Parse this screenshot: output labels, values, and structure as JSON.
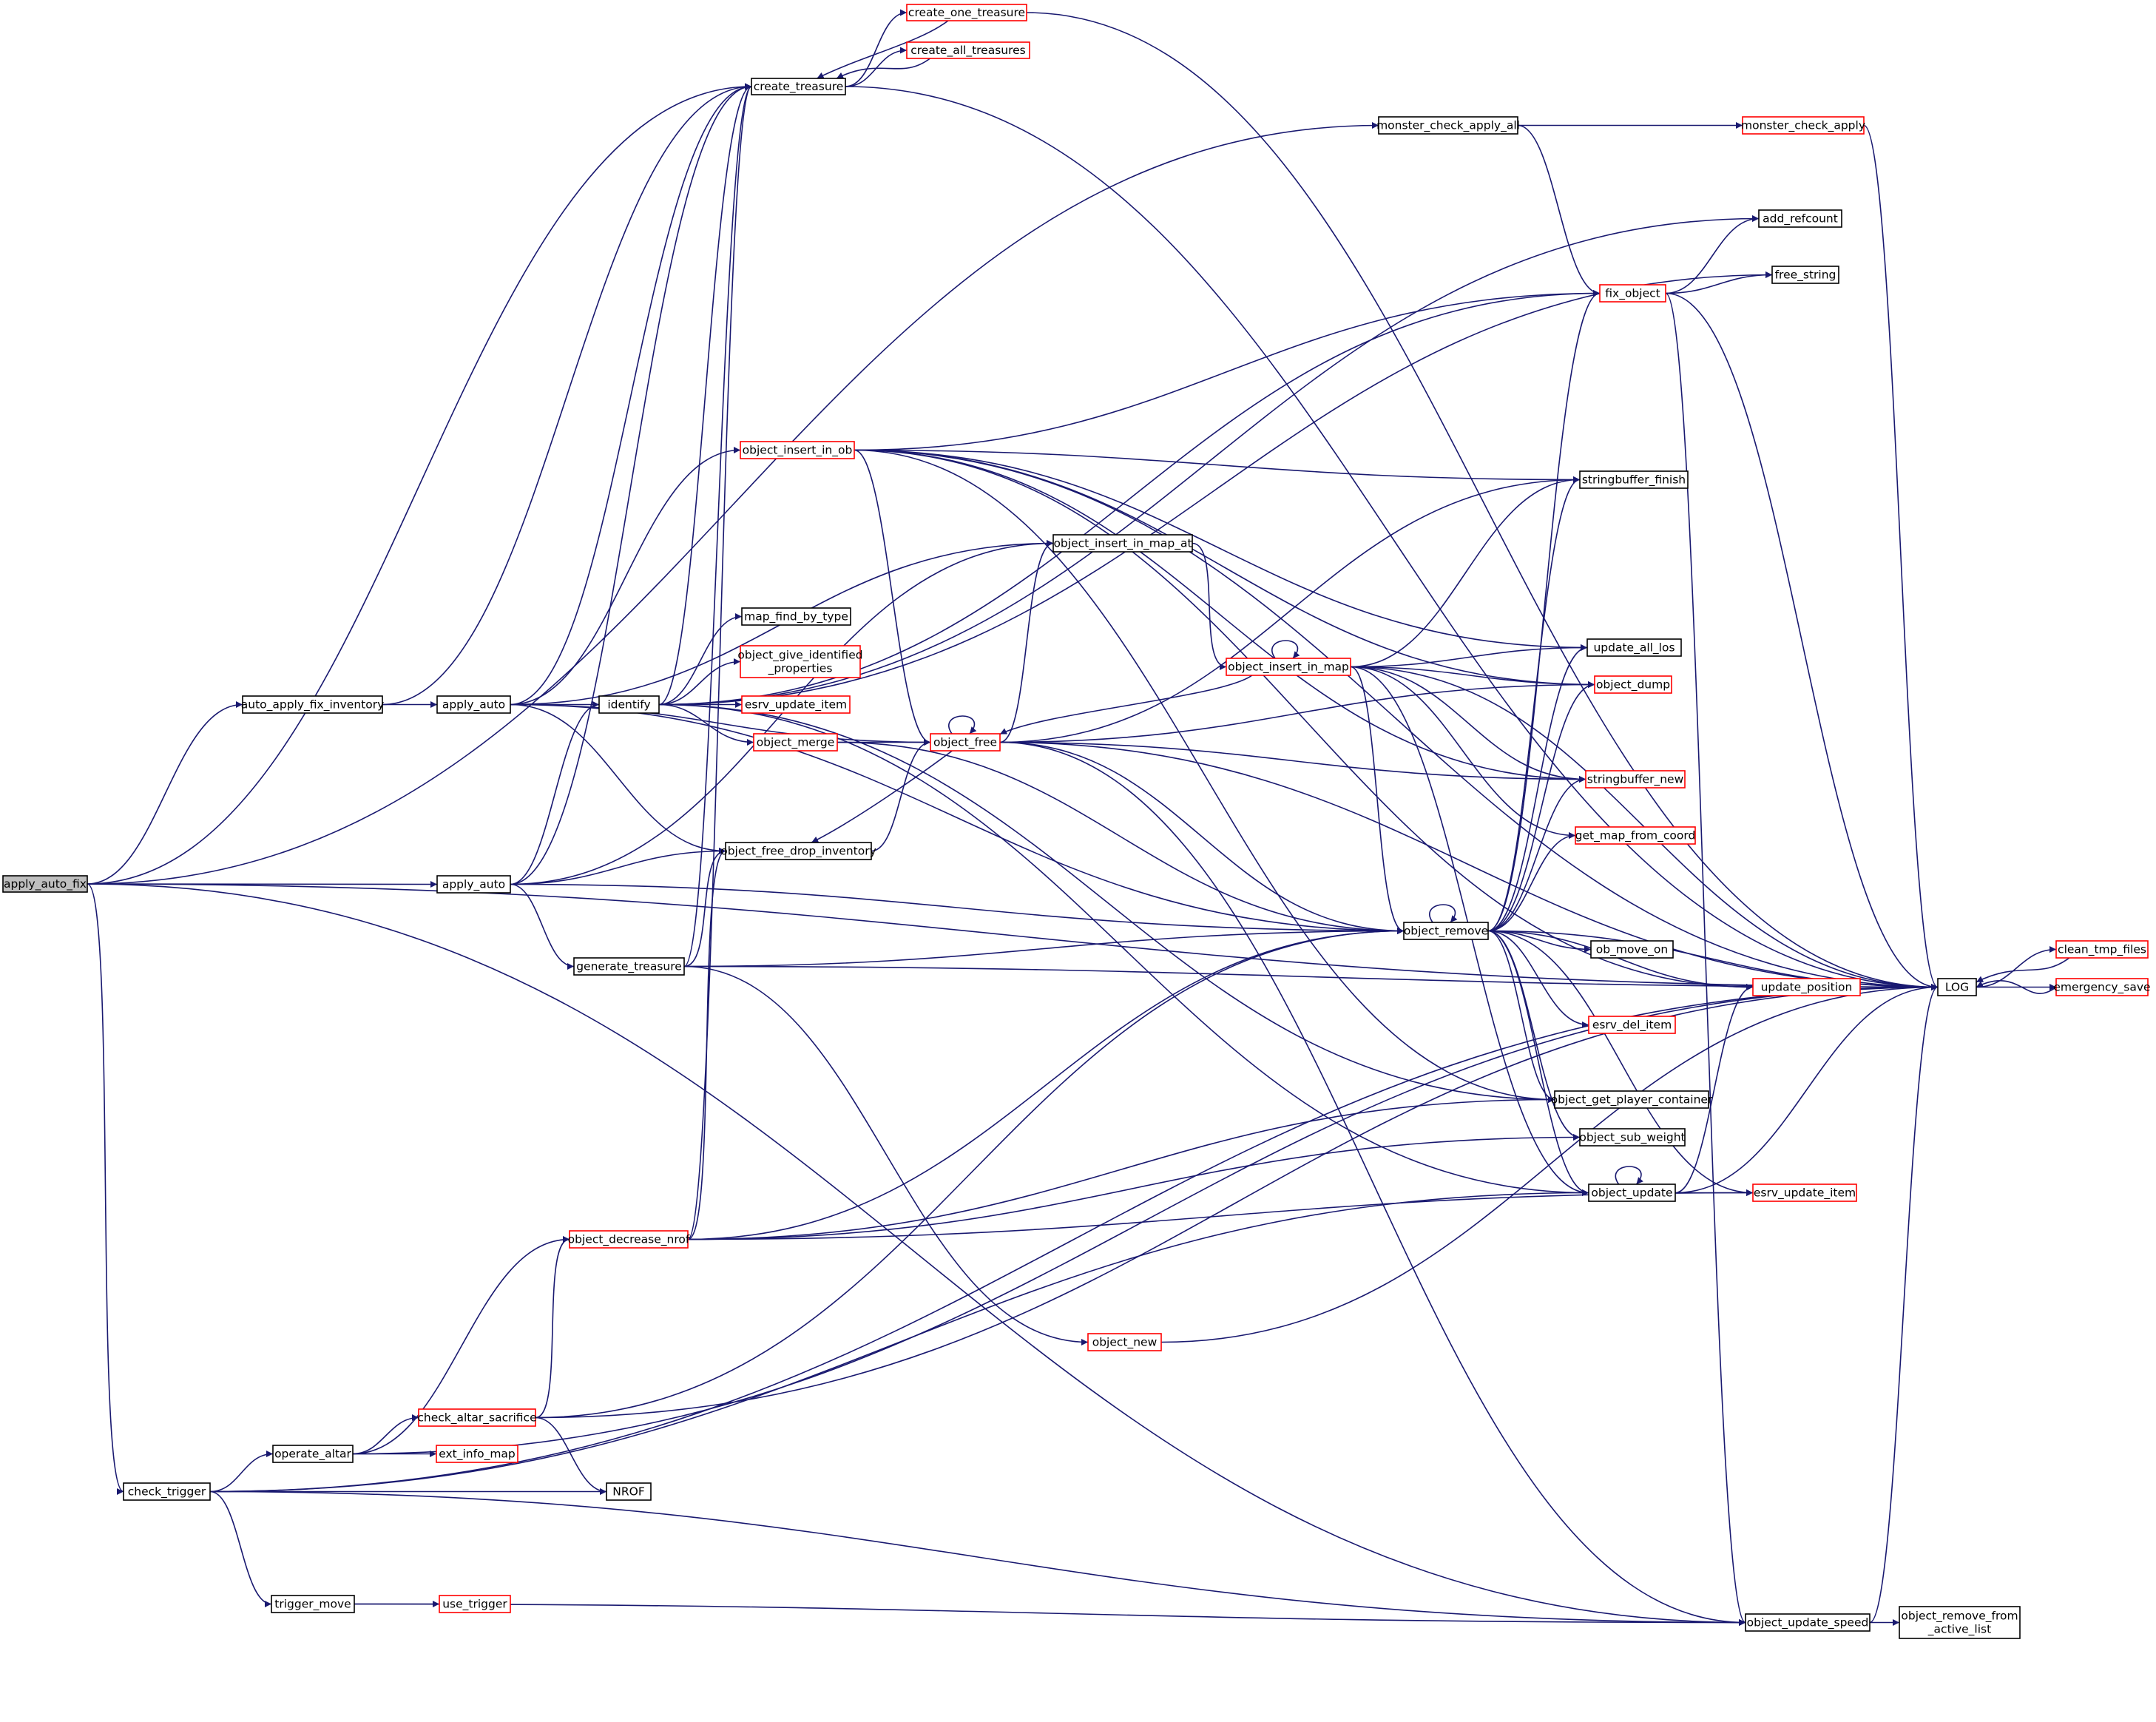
{
  "colors": {
    "edge": "#191970",
    "node_border_black": "#000000",
    "node_border_red": "#ff0000",
    "root_fill": "#bfbfbf",
    "node_fill": "#ffffff"
  },
  "nodes": {
    "apply_auto_fix": {
      "label": [
        "apply_auto_fix"
      ],
      "border": "black",
      "root": true
    },
    "create_treasure": {
      "label": [
        "create_treasure"
      ],
      "border": "black"
    },
    "create_one_treasure": {
      "label": [
        "create_one_treasure"
      ],
      "border": "red"
    },
    "create_all_treasures": {
      "label": [
        "create_all_treasures"
      ],
      "border": "red"
    },
    "monster_check_apply_all": {
      "label": [
        "monster_check_apply_all"
      ],
      "border": "black"
    },
    "monster_check_apply": {
      "label": [
        "monster_check_apply"
      ],
      "border": "red"
    },
    "add_refcount": {
      "label": [
        "add_refcount"
      ],
      "border": "black"
    },
    "free_string": {
      "label": [
        "free_string"
      ],
      "border": "black"
    },
    "fix_object": {
      "label": [
        "fix_object"
      ],
      "border": "red"
    },
    "object_insert_in_ob": {
      "label": [
        "object_insert_in_ob"
      ],
      "border": "red"
    },
    "stringbuffer_finish": {
      "label": [
        "stringbuffer_finish"
      ],
      "border": "black"
    },
    "object_insert_in_map_at": {
      "label": [
        "object_insert_in_map_at"
      ],
      "border": "black"
    },
    "map_find_by_type": {
      "label": [
        "map_find_by_type"
      ],
      "border": "black"
    },
    "object_give_identified_properties": {
      "label": [
        "object_give_identified",
        "_properties"
      ],
      "border": "red"
    },
    "update_all_los": {
      "label": [
        "update_all_los"
      ],
      "border": "black"
    },
    "object_insert_in_map": {
      "label": [
        "object_insert_in_map"
      ],
      "border": "red"
    },
    "object_dump": {
      "label": [
        "object_dump"
      ],
      "border": "red"
    },
    "auto_apply_fix_inventory": {
      "label": [
        "auto_apply_fix_inventory"
      ],
      "border": "black"
    },
    "apply_auto_1": {
      "label": [
        "apply_auto"
      ],
      "border": "black"
    },
    "identify": {
      "label": [
        "identify"
      ],
      "border": "black"
    },
    "esrv_update_item_1": {
      "label": [
        "esrv_update_item"
      ],
      "border": "red"
    },
    "object_merge": {
      "label": [
        "object_merge"
      ],
      "border": "red"
    },
    "object_free": {
      "label": [
        "object_free"
      ],
      "border": "red"
    },
    "stringbuffer_new": {
      "label": [
        "stringbuffer_new"
      ],
      "border": "red"
    },
    "get_map_from_coord": {
      "label": [
        "get_map_from_coord"
      ],
      "border": "red"
    },
    "apply_auto_2": {
      "label": [
        "apply_auto"
      ],
      "border": "black"
    },
    "object_free_drop_inventory": {
      "label": [
        "object_free_drop_inventory"
      ],
      "border": "black"
    },
    "object_remove": {
      "label": [
        "object_remove"
      ],
      "border": "black"
    },
    "clean_tmp_files": {
      "label": [
        "clean_tmp_files"
      ],
      "border": "red"
    },
    "ob_move_on": {
      "label": [
        "ob_move_on"
      ],
      "border": "black"
    },
    "generate_treasure": {
      "label": [
        "generate_treasure"
      ],
      "border": "black"
    },
    "update_position": {
      "label": [
        "update_position"
      ],
      "border": "red"
    },
    "LOG": {
      "label": [
        "LOG"
      ],
      "border": "black"
    },
    "emergency_save": {
      "label": [
        "emergency_save"
      ],
      "border": "red"
    },
    "esrv_del_item": {
      "label": [
        "esrv_del_item"
      ],
      "border": "red"
    },
    "object_get_player_container": {
      "label": [
        "object_get_player_container"
      ],
      "border": "black"
    },
    "object_sub_weight": {
      "label": [
        "object_sub_weight"
      ],
      "border": "black"
    },
    "object_update": {
      "label": [
        "object_update"
      ],
      "border": "black"
    },
    "esrv_update_item_2": {
      "label": [
        "esrv_update_item"
      ],
      "border": "red"
    },
    "object_decrease_nrof": {
      "label": [
        "object_decrease_nrof"
      ],
      "border": "red"
    },
    "object_new": {
      "label": [
        "object_new"
      ],
      "border": "red"
    },
    "check_altar_sacrifice": {
      "label": [
        "check_altar_sacrifice"
      ],
      "border": "red"
    },
    "operate_altar": {
      "label": [
        "operate_altar"
      ],
      "border": "black"
    },
    "ext_info_map": {
      "label": [
        "ext_info_map"
      ],
      "border": "red"
    },
    "check_trigger": {
      "label": [
        "check_trigger"
      ],
      "border": "black"
    },
    "NROF": {
      "label": [
        "NROF"
      ],
      "border": "black"
    },
    "trigger_move": {
      "label": [
        "trigger_move"
      ],
      "border": "black"
    },
    "use_trigger": {
      "label": [
        "use_trigger"
      ],
      "border": "red"
    },
    "object_update_speed": {
      "label": [
        "object_update_speed"
      ],
      "border": "black"
    },
    "object_remove_from_active_list": {
      "label": [
        "object_remove_from",
        "_active_list"
      ],
      "border": "black"
    }
  },
  "edges": [
    [
      "apply_auto_fix",
      "create_treasure"
    ],
    [
      "apply_auto_fix",
      "monster_check_apply_all"
    ],
    [
      "apply_auto_fix",
      "auto_apply_fix_inventory"
    ],
    [
      "apply_auto_fix",
      "apply_auto_2"
    ],
    [
      "apply_auto_fix",
      "check_trigger"
    ],
    [
      "apply_auto_fix",
      "LOG"
    ],
    [
      "apply_auto_fix",
      "object_update_speed"
    ],
    [
      "create_treasure",
      "create_one_treasure"
    ],
    [
      "create_treasure",
      "create_all_treasures"
    ],
    [
      "create_treasure",
      "LOG"
    ],
    [
      "create_one_treasure",
      "create_treasure"
    ],
    [
      "create_one_treasure",
      "LOG"
    ],
    [
      "create_all_treasures",
      "create_treasure"
    ],
    [
      "monster_check_apply_all",
      "monster_check_apply"
    ],
    [
      "monster_check_apply_all",
      "fix_object"
    ],
    [
      "monster_check_apply",
      "LOG"
    ],
    [
      "fix_object",
      "add_refcount"
    ],
    [
      "fix_object",
      "free_string"
    ],
    [
      "fix_object",
      "LOG"
    ],
    [
      "fix_object",
      "object_update_speed"
    ],
    [
      "auto_apply_fix_inventory",
      "create_treasure"
    ],
    [
      "auto_apply_fix_inventory",
      "apply_auto_1"
    ],
    [
      "apply_auto_1",
      "object_insert_in_ob"
    ],
    [
      "apply_auto_1",
      "object_insert_in_map_at"
    ],
    [
      "apply_auto_1",
      "identify"
    ],
    [
      "apply_auto_1",
      "object_free"
    ],
    [
      "apply_auto_1",
      "object_free_drop_inventory"
    ],
    [
      "apply_auto_1",
      "object_remove"
    ],
    [
      "apply_auto_1",
      "create_treasure"
    ],
    [
      "identify",
      "map_find_by_type"
    ],
    [
      "identify",
      "object_give_identified_properties"
    ],
    [
      "identify",
      "esrv_update_item_1"
    ],
    [
      "identify",
      "object_merge"
    ],
    [
      "identify",
      "add_refcount"
    ],
    [
      "identify",
      "free_string"
    ],
    [
      "identify",
      "fix_object"
    ],
    [
      "identify",
      "object_get_player_container"
    ],
    [
      "identify",
      "object_update"
    ],
    [
      "identify",
      "create_treasure"
    ],
    [
      "object_merge",
      "object_free"
    ],
    [
      "object_merge",
      "object_remove"
    ],
    [
      "object_insert_in_ob",
      "fix_object"
    ],
    [
      "object_insert_in_ob",
      "stringbuffer_finish"
    ],
    [
      "object_insert_in_ob",
      "update_all_los"
    ],
    [
      "object_insert_in_ob",
      "object_dump"
    ],
    [
      "object_insert_in_ob",
      "stringbuffer_new"
    ],
    [
      "object_insert_in_ob",
      "object_free"
    ],
    [
      "object_insert_in_ob",
      "object_get_player_container"
    ],
    [
      "object_insert_in_ob",
      "update_position"
    ],
    [
      "object_insert_in_ob",
      "LOG"
    ],
    [
      "object_insert_in_map_at",
      "object_insert_in_map"
    ],
    [
      "object_insert_in_map",
      "object_insert_in_map"
    ],
    [
      "object_insert_in_map",
      "stringbuffer_finish"
    ],
    [
      "object_insert_in_map",
      "update_all_los"
    ],
    [
      "object_insert_in_map",
      "object_dump"
    ],
    [
      "object_insert_in_map",
      "stringbuffer_new"
    ],
    [
      "object_insert_in_map",
      "get_map_from_coord"
    ],
    [
      "object_insert_in_map",
      "object_free"
    ],
    [
      "object_insert_in_map",
      "object_remove"
    ],
    [
      "object_insert_in_map",
      "object_update"
    ],
    [
      "object_insert_in_map",
      "LOG"
    ],
    [
      "object_free",
      "object_free"
    ],
    [
      "object_free",
      "object_insert_in_map_at"
    ],
    [
      "object_free",
      "stringbuffer_finish"
    ],
    [
      "object_free",
      "object_dump"
    ],
    [
      "object_free",
      "stringbuffer_new"
    ],
    [
      "object_free",
      "object_free_drop_inventory"
    ],
    [
      "object_free",
      "object_remove"
    ],
    [
      "object_free",
      "object_update_speed"
    ],
    [
      "object_free",
      "LOG"
    ],
    [
      "apply_auto_2",
      "identify"
    ],
    [
      "apply_auto_2",
      "object_insert_in_map_at"
    ],
    [
      "apply_auto_2",
      "object_free_drop_inventory"
    ],
    [
      "apply_auto_2",
      "generate_treasure"
    ],
    [
      "apply_auto_2",
      "object_remove"
    ],
    [
      "apply_auto_2",
      "create_treasure"
    ],
    [
      "object_free_drop_inventory",
      "object_free"
    ],
    [
      "generate_treasure",
      "create_treasure"
    ],
    [
      "generate_treasure",
      "object_free_drop_inventory"
    ],
    [
      "generate_treasure",
      "object_remove"
    ],
    [
      "generate_treasure",
      "object_new"
    ],
    [
      "generate_treasure",
      "LOG"
    ],
    [
      "object_remove",
      "object_remove"
    ],
    [
      "object_remove",
      "fix_object"
    ],
    [
      "object_remove",
      "stringbuffer_finish"
    ],
    [
      "object_remove",
      "update_all_los"
    ],
    [
      "object_remove",
      "object_dump"
    ],
    [
      "object_remove",
      "stringbuffer_new"
    ],
    [
      "object_remove",
      "get_map_from_coord"
    ],
    [
      "object_remove",
      "ob_move_on"
    ],
    [
      "object_remove",
      "update_position"
    ],
    [
      "object_remove",
      "LOG"
    ],
    [
      "object_remove",
      "esrv_del_item"
    ],
    [
      "object_remove",
      "object_get_player_container"
    ],
    [
      "object_remove",
      "object_sub_weight"
    ],
    [
      "object_remove",
      "object_update"
    ],
    [
      "object_remove",
      "esrv_update_item_2"
    ],
    [
      "update_position",
      "LOG"
    ],
    [
      "LOG",
      "clean_tmp_files"
    ],
    [
      "LOG",
      "emergency_save"
    ],
    [
      "clean_tmp_files",
      "LOG"
    ],
    [
      "emergency_save",
      "LOG"
    ],
    [
      "object_update",
      "object_update"
    ],
    [
      "object_update",
      "update_position"
    ],
    [
      "object_update",
      "esrv_update_item_2"
    ],
    [
      "object_update",
      "LOG"
    ],
    [
      "object_decrease_nrof",
      "create_treasure"
    ],
    [
      "object_decrease_nrof",
      "object_free_drop_inventory"
    ],
    [
      "object_decrease_nrof",
      "object_remove"
    ],
    [
      "object_decrease_nrof",
      "object_get_player_container"
    ],
    [
      "object_decrease_nrof",
      "object_sub_weight"
    ],
    [
      "object_decrease_nrof",
      "esrv_update_item_2"
    ],
    [
      "object_new",
      "LOG"
    ],
    [
      "check_trigger",
      "operate_altar"
    ],
    [
      "check_trigger",
      "NROF"
    ],
    [
      "check_trigger",
      "trigger_move"
    ],
    [
      "check_trigger",
      "object_update"
    ],
    [
      "check_trigger",
      "object_update_speed"
    ],
    [
      "check_trigger",
      "LOG"
    ],
    [
      "operate_altar",
      "check_altar_sacrifice"
    ],
    [
      "operate_altar",
      "ext_info_map"
    ],
    [
      "operate_altar",
      "object_decrease_nrof"
    ],
    [
      "operate_altar",
      "LOG"
    ],
    [
      "check_altar_sacrifice",
      "object_decrease_nrof"
    ],
    [
      "check_altar_sacrifice",
      "NROF"
    ],
    [
      "check_altar_sacrifice",
      "object_remove"
    ],
    [
      "check_altar_sacrifice",
      "LOG"
    ],
    [
      "trigger_move",
      "use_trigger"
    ],
    [
      "trigger_move",
      "object_update_speed"
    ],
    [
      "object_update_speed",
      "object_remove_from_active_list"
    ],
    [
      "object_update_speed",
      "LOG"
    ]
  ]
}
